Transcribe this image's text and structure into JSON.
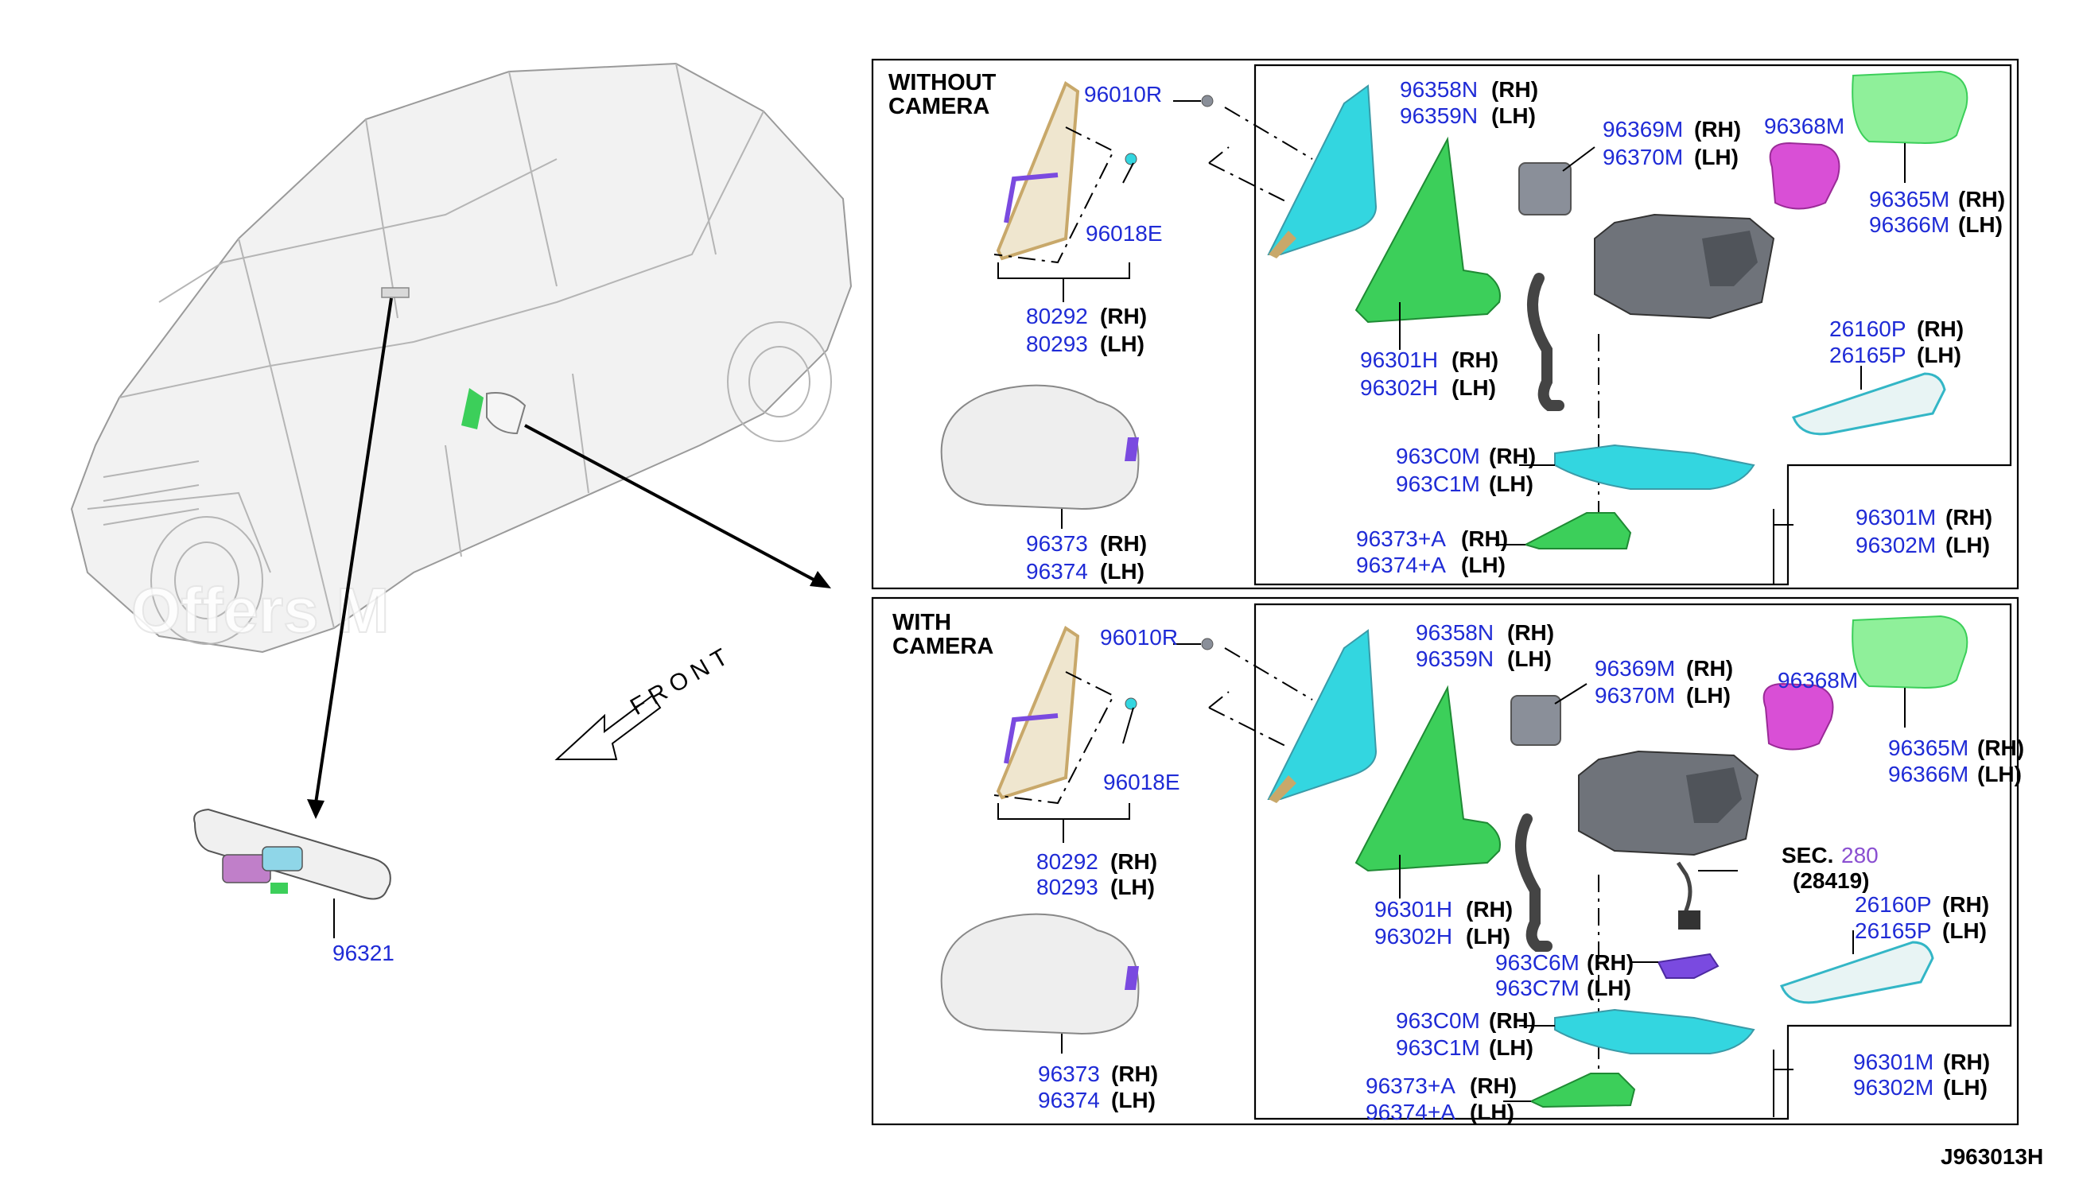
{
  "labels": {
    "mirror_inside": "96321",
    "front": "FRONT",
    "diagram_code": "J963013H",
    "watermark": "Offers M"
  },
  "top": {
    "heading_l1": "WITHOUT",
    "heading_l2": "CAMERA",
    "p96010R": "96010R",
    "p96018E": "96018E",
    "p80292": "80292",
    "p80293": "80293",
    "p96373": "96373",
    "p96374": "96374",
    "p96358N": "96358N",
    "p96359N": "96359N",
    "p96369M": "96369M",
    "p96370M": "96370M",
    "p96368M": "96368M",
    "p96365M": "96365M",
    "p96366M": "96366M",
    "p96301H": "96301H",
    "p96302H": "96302H",
    "p26160P": "26160P",
    "p26165P": "26165P",
    "p963C0M": "963C0M",
    "p963C1M": "963C1M",
    "p96373A": "96373+A",
    "p96374A": "96374+A",
    "p96301M": "96301M",
    "p96302M": "96302M"
  },
  "bottom": {
    "heading_l1": "WITH",
    "heading_l2": "CAMERA",
    "p96010R": "96010R",
    "p96018E": "96018E",
    "p80292": "80292",
    "p80293": "80293",
    "p96373": "96373",
    "p96374": "96374",
    "p96358N": "96358N",
    "p96359N": "96359N",
    "p96369M": "96369M",
    "p96370M": "96370M",
    "p96368M": "96368M",
    "p96365M": "96365M",
    "p96366M": "96366M",
    "p96301H": "96301H",
    "p96302H": "96302H",
    "sec": "SEC.",
    "sec_num": "280",
    "sec_sub": "(28419)",
    "p26160P": "26160P",
    "p26165P": "26165P",
    "p963C6M": "963C6M",
    "p963C7M": "963C7M",
    "p963C0M": "963C0M",
    "p963C1M": "963C1M",
    "p96373A": "96373+A",
    "p96374A": "96374+A",
    "p96301M": "96301M",
    "p96302M": "96302M"
  },
  "side": {
    "rh": "(RH)",
    "lh": "(LH)"
  },
  "colors": {
    "part_number": "#1f2bd6",
    "sec_number": "#8a4fd1",
    "cyan_part": "#33d6e0",
    "green_part": "#3ccf5a",
    "light_green_part": "#8ff09a",
    "magenta_part": "#d94fd6",
    "purple_part": "#7a4ae0",
    "gray_part": "#8a8f99",
    "tan_part": "#c8a86a"
  }
}
